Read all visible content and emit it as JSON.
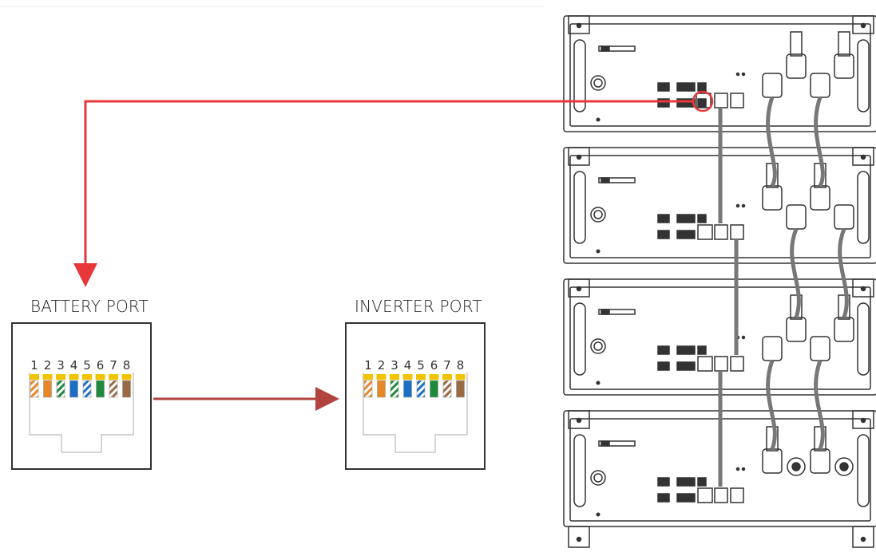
{
  "battery_port": {
    "label": "BATTERY PORT",
    "pins": [
      "1",
      "2",
      "3",
      "4",
      "5",
      "6",
      "7",
      "8"
    ]
  },
  "inverter_port": {
    "label": "INVERTER PORT",
    "pins": [
      "1",
      "2",
      "3",
      "4",
      "5",
      "6",
      "7",
      "8"
    ]
  },
  "wire_colors": {
    "pin_contact": "#f2c400",
    "orange": "#e8862a",
    "green": "#1f8a3b",
    "blue": "#1c6fc4",
    "brown": "#9a6a44",
    "white": "#ffffff"
  },
  "wire_order": [
    {
      "pin": "1",
      "color": "orange",
      "striped": true
    },
    {
      "pin": "2",
      "color": "orange",
      "striped": false
    },
    {
      "pin": "3",
      "color": "green",
      "striped": true
    },
    {
      "pin": "4",
      "color": "blue",
      "striped": false
    },
    {
      "pin": "5",
      "color": "blue",
      "striped": true
    },
    {
      "pin": "6",
      "color": "green",
      "striped": false
    },
    {
      "pin": "7",
      "color": "brown",
      "striped": true
    },
    {
      "pin": "8",
      "color": "brown",
      "striped": false
    }
  ],
  "connector_colors": {
    "highlight_line": "#e8373b",
    "port_link_arrow": "#b1443f",
    "outline": "#333333"
  },
  "battery_stack": {
    "modules": 4,
    "highlighted_module": 1,
    "icons": [
      "battery-module-icon",
      "rj45-port-icon",
      "power-terminal-icon"
    ]
  }
}
